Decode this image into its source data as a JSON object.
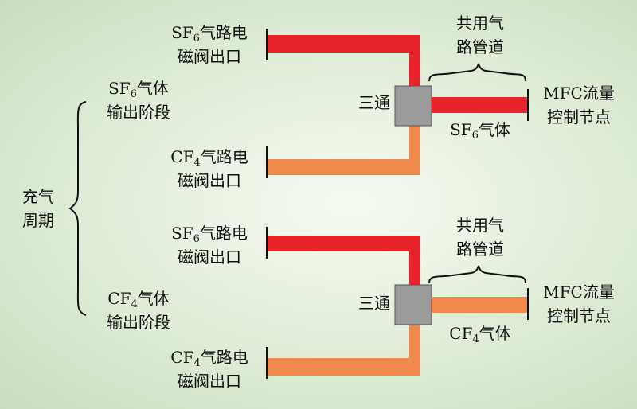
{
  "labels": {
    "cycle": [
      "充气",
      "周期"
    ],
    "stage_sf6": {
      "pre": "SF",
      "sub": "6",
      "post": "气体",
      "line2": "输出阶段"
    },
    "stage_cf4": {
      "pre": "CF",
      "sub": "4",
      "post": "气体",
      "line2": "输出阶段"
    },
    "valve_sf6": {
      "pre": "SF",
      "sub": "6",
      "post": "气路电",
      "line2": "磁阀出口"
    },
    "valve_cf4": {
      "pre": "CF",
      "sub": "4",
      "post": "气路电",
      "line2": "磁阀出口"
    },
    "tee": "三通",
    "shared": [
      "共用气",
      "路管道"
    ],
    "mfc": [
      "MFC流量",
      "控制节点"
    ],
    "gas_sf6": {
      "pre": "SF",
      "sub": "6",
      "post": "气体"
    },
    "gas_cf4": {
      "pre": "CF",
      "sub": "4",
      "post": "气体"
    }
  },
  "colors": {
    "sf6_pipe": "#e8242b",
    "cf4_pipe": "#f08a4c",
    "tee_block": "#9b9b9b",
    "line": "#111111"
  }
}
